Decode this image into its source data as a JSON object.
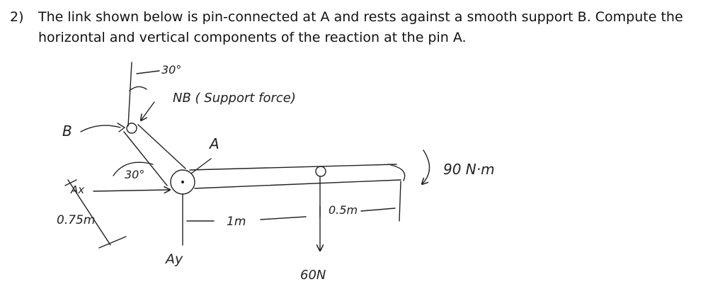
{
  "problem": {
    "number": "2)",
    "line1": "The link shown below is pin-connected at A and rests against a smooth support B. Compute the",
    "line2": "horizontal and vertical components of the reaction at the pin A."
  },
  "diagram": {
    "angle_top": "30°",
    "nb_label": "NB ( Support  force)",
    "b_label": "B",
    "a_label": "A",
    "angle_link": "30°",
    "ax_label": "Ax",
    "length_075": "0.75m",
    "ay_label": "Ay",
    "moment_label": "90 N·m",
    "len_1m": "1m",
    "len_05m": "0.5m",
    "load_label": "60N"
  }
}
